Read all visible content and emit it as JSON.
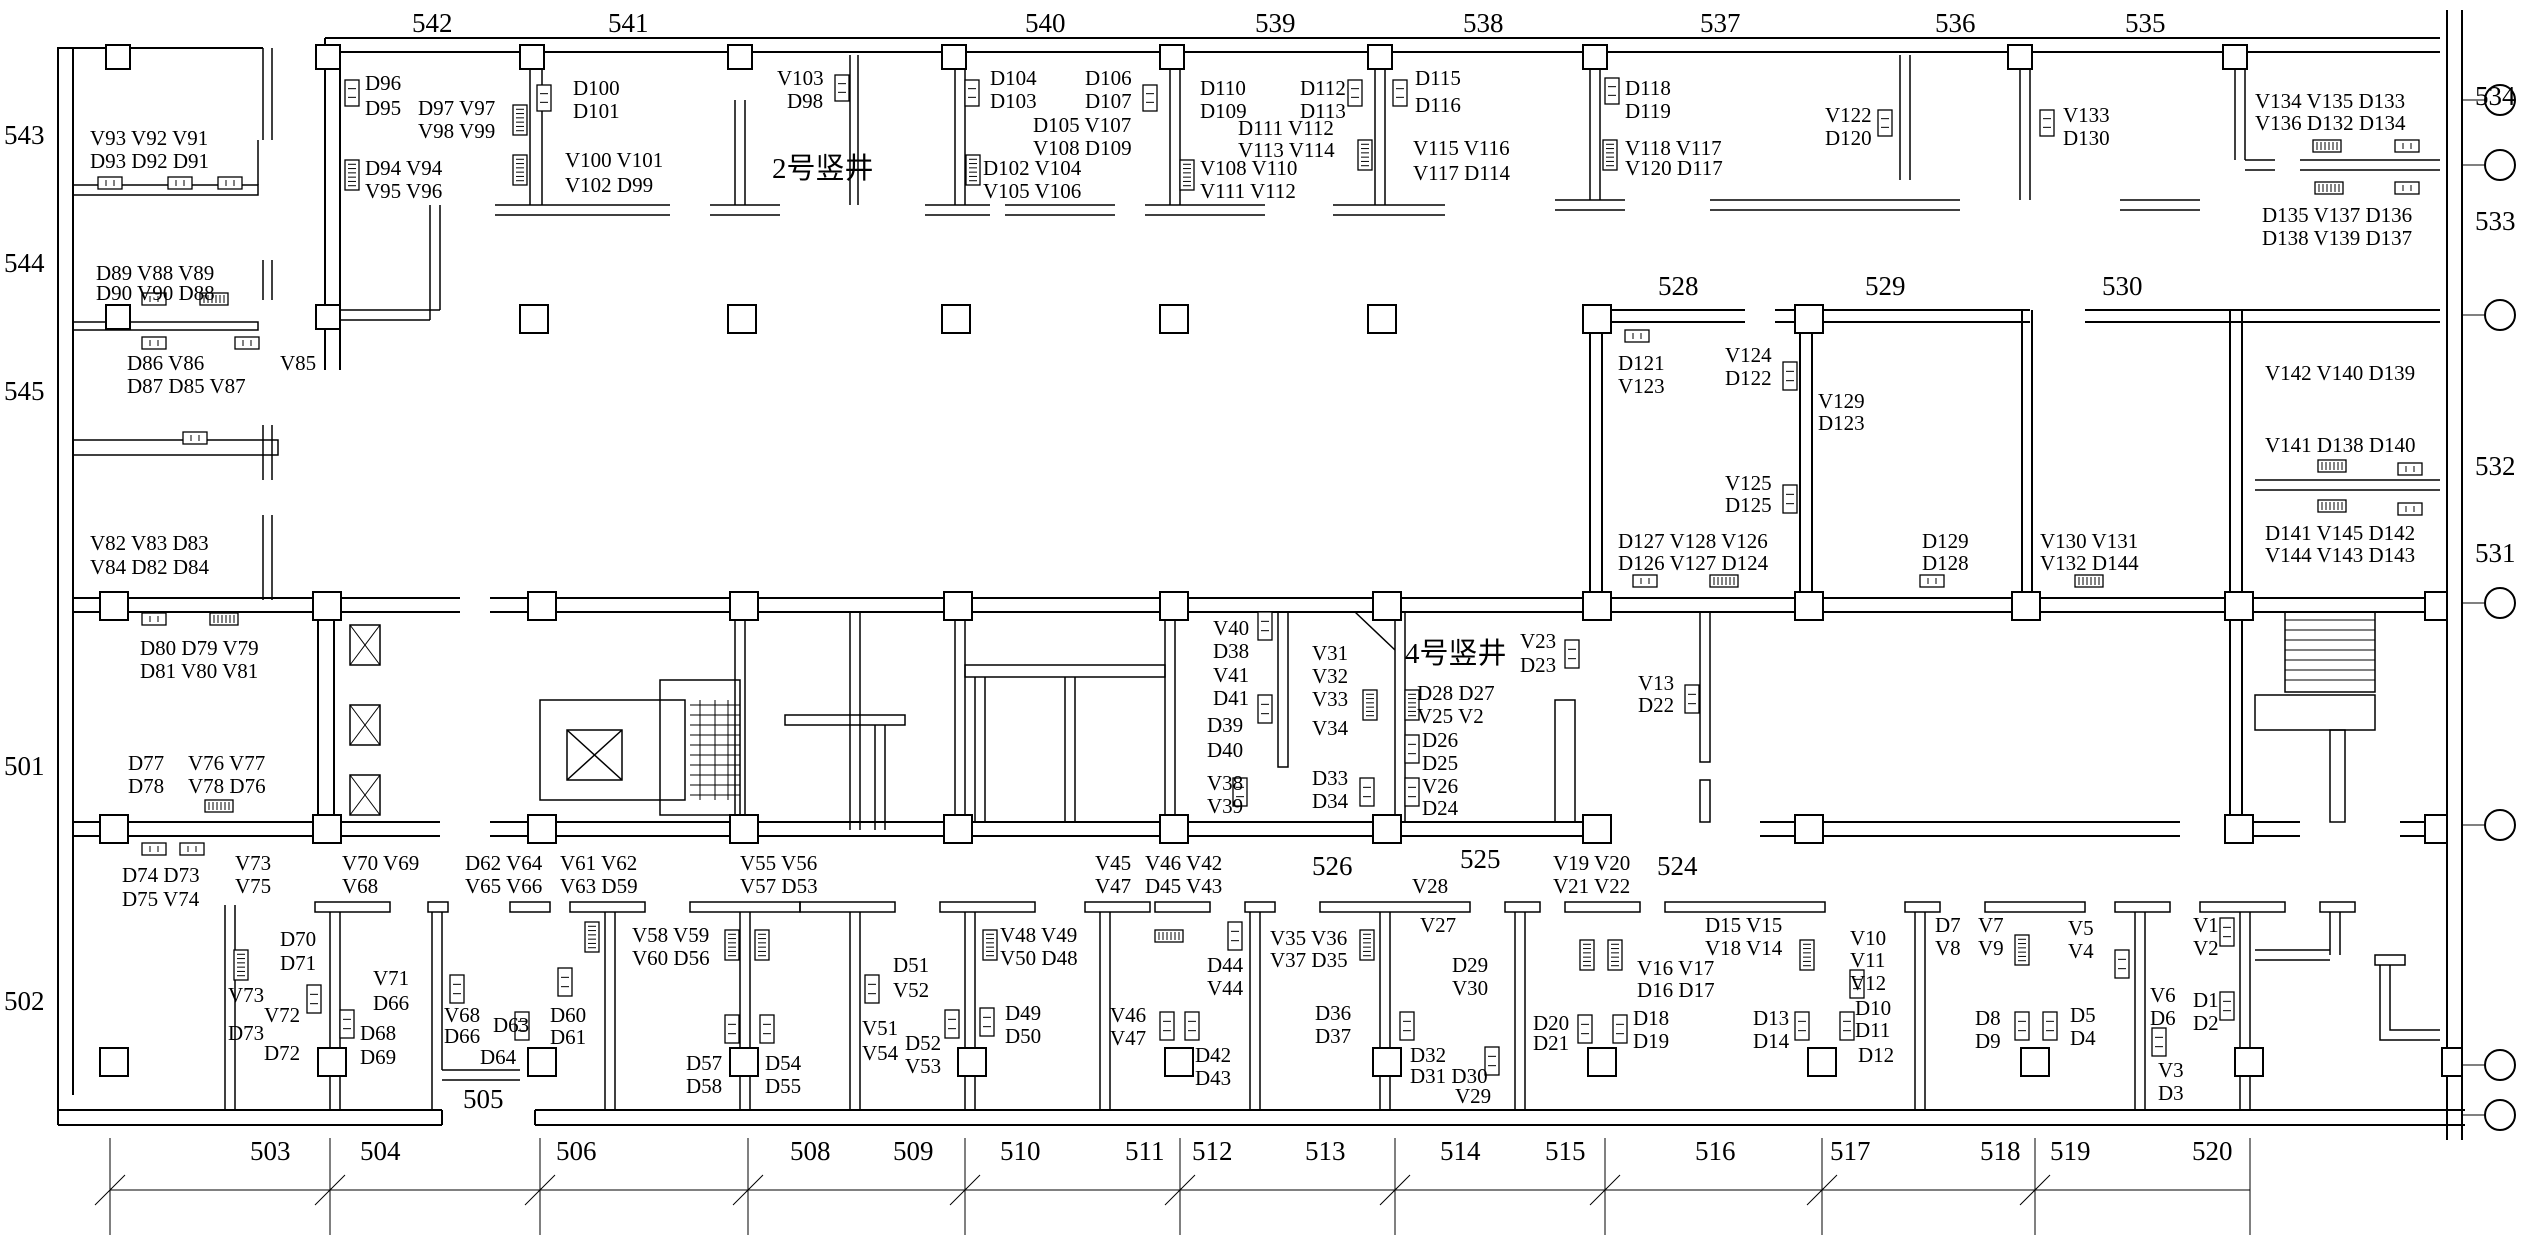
{
  "room_numbers": {
    "top": [
      "542",
      "541",
      "540",
      "539",
      "538",
      "537",
      "536",
      "535"
    ],
    "left": [
      "543",
      "544",
      "545",
      "501",
      "502"
    ],
    "right": [
      "534",
      "533",
      "532",
      "531"
    ],
    "inner_top": [
      "528",
      "529",
      "530"
    ],
    "corridor": [
      "526",
      "525",
      "524"
    ],
    "lower_small": [
      "505"
    ],
    "bottom": [
      "503",
      "504",
      "506",
      "508",
      "509",
      "510",
      "511",
      "512",
      "513",
      "514",
      "515",
      "516",
      "517",
      "518",
      "519",
      "520"
    ]
  },
  "shafts": {
    "shaft_2": "2号竖井",
    "shaft_4": "4号竖井"
  },
  "device_labels": [
    {
      "id": "d96",
      "t": "D96"
    },
    {
      "id": "d95",
      "t": "D95"
    },
    {
      "id": "d97v97",
      "t": "D97 V97"
    },
    {
      "id": "v98v99",
      "t": "V98 V99"
    },
    {
      "id": "d100",
      "t": "D100"
    },
    {
      "id": "d101",
      "t": "D101"
    },
    {
      "id": "v103",
      "t": "V103"
    },
    {
      "id": "d98",
      "t": "D98"
    },
    {
      "id": "d104",
      "t": "D104"
    },
    {
      "id": "d103",
      "t": "D103"
    },
    {
      "id": "d106",
      "t": "D106"
    },
    {
      "id": "d107",
      "t": "D107"
    },
    {
      "id": "d105v107",
      "t": "D105 V107"
    },
    {
      "id": "v108d109",
      "t": "V108 D109"
    },
    {
      "id": "d110",
      "t": "D110"
    },
    {
      "id": "d109",
      "t": "D109"
    },
    {
      "id": "d111v112",
      "t": "D111 V112"
    },
    {
      "id": "v113v114",
      "t": "V113 V114"
    },
    {
      "id": "d112",
      "t": "D112"
    },
    {
      "id": "d113",
      "t": "D113"
    },
    {
      "id": "d115",
      "t": "D115"
    },
    {
      "id": "d116",
      "t": "D116"
    },
    {
      "id": "d118",
      "t": "D118"
    },
    {
      "id": "d119",
      "t": "D119"
    },
    {
      "id": "v122",
      "t": "V122"
    },
    {
      "id": "d120",
      "t": "D120"
    },
    {
      "id": "v133",
      "t": "V133"
    },
    {
      "id": "d130",
      "t": "D130"
    },
    {
      "id": "v134v135d133",
      "t": "V134 V135 D133"
    },
    {
      "id": "v136d132d134",
      "t": "V136 D132 D134"
    },
    {
      "id": "d94v94",
      "t": "D94 V94"
    },
    {
      "id": "v95v96",
      "t": "V95 V96"
    },
    {
      "id": "v100v101",
      "t": "V100 V101"
    },
    {
      "id": "v102d99",
      "t": "V102 D99"
    },
    {
      "id": "d102v104",
      "t": "D102 V104"
    },
    {
      "id": "v105v106",
      "t": "V105 V106"
    },
    {
      "id": "v108v110",
      "t": "V108 V110"
    },
    {
      "id": "v111v112",
      "t": "V111 V112"
    },
    {
      "id": "v115v116",
      "t": "V115 V116"
    },
    {
      "id": "v117d114",
      "t": "V117 D114"
    },
    {
      "id": "v118v117",
      "t": "V118 V117"
    },
    {
      "id": "v120d117",
      "t": "V120 D117"
    },
    {
      "id": "d135v137d136",
      "t": "D135 V137 D136"
    },
    {
      "id": "d138v139d137",
      "t": "D138 V139 D137"
    },
    {
      "id": "v93v92v91",
      "t": "V93   V92   V91"
    },
    {
      "id": "d93d92d91",
      "t": "D93   D92   D91"
    },
    {
      "id": "d89v88v89",
      "t": "D89 V88  V89"
    },
    {
      "id": "d90v90d88",
      "t": "D90 V90  D88"
    },
    {
      "id": "d86v86",
      "t": "D86        V86"
    },
    {
      "id": "d87d85v87",
      "t": "D87 D85 V87"
    },
    {
      "id": "v85",
      "t": "V85"
    },
    {
      "id": "d121",
      "t": "D121"
    },
    {
      "id": "v123",
      "t": "V123"
    },
    {
      "id": "v124",
      "t": "V124"
    },
    {
      "id": "d122",
      "t": "D122"
    },
    {
      "id": "v129",
      "t": "V129"
    },
    {
      "id": "d123",
      "t": "D123"
    },
    {
      "id": "v125",
      "t": "V125"
    },
    {
      "id": "d125",
      "t": "D125"
    },
    {
      "id": "d127v128v126",
      "t": "D127 V128 V126"
    },
    {
      "id": "d126v127d124",
      "t": "D126 V127 D124"
    },
    {
      "id": "d129",
      "t": "D129"
    },
    {
      "id": "d128",
      "t": "D128"
    },
    {
      "id": "v130v131",
      "t": "V130 V131"
    },
    {
      "id": "v132d144",
      "t": "V132 D144"
    },
    {
      "id": "v142v140d139",
      "t": "V142 V140 D139"
    },
    {
      "id": "v141d138d140",
      "t": "V141 D138 D140"
    },
    {
      "id": "d141v145d142",
      "t": "D141 V145 D142"
    },
    {
      "id": "v144v143d143",
      "t": "V144 V143 D143"
    },
    {
      "id": "v82v83d83",
      "t": "V82   V83    D83"
    },
    {
      "id": "v84d82d84",
      "t": "V84    D82   D84"
    },
    {
      "id": "d80d79v79",
      "t": "D80     D79 V79"
    },
    {
      "id": "d81v80v81",
      "t": "D81     V80 V81"
    },
    {
      "id": "d77",
      "t": "D77"
    },
    {
      "id": "d78",
      "t": "D78"
    },
    {
      "id": "v76v77",
      "t": "V76 V77"
    },
    {
      "id": "v78d76",
      "t": "V78 D76"
    },
    {
      "id": "d74d73",
      "t": "D74  D73"
    },
    {
      "id": "d75v74",
      "t": "D75 V74"
    },
    {
      "id": "v73v75",
      "t": "V73"
    },
    {
      "id": "v75",
      "t": "V75"
    },
    {
      "id": "v40",
      "t": "V40"
    },
    {
      "id": "d38",
      "t": "D38"
    },
    {
      "id": "v41",
      "t": "V41"
    },
    {
      "id": "d41",
      "t": "D41"
    },
    {
      "id": "d39",
      "t": "D39"
    },
    {
      "id": "d40",
      "t": "D40"
    },
    {
      "id": "v38",
      "t": "V38"
    },
    {
      "id": "v39",
      "t": "V39"
    },
    {
      "id": "v31",
      "t": "V31"
    },
    {
      "id": "v32",
      "t": "V32"
    },
    {
      "id": "v33",
      "t": "V33"
    },
    {
      "id": "v34",
      "t": "V34"
    },
    {
      "id": "d33",
      "t": "D33"
    },
    {
      "id": "d34",
      "t": "D34"
    },
    {
      "id": "d28d27",
      "t": "D28 D27"
    },
    {
      "id": "v25v2",
      "t": "V25 V2"
    },
    {
      "id": "d26",
      "t": "D26"
    },
    {
      "id": "d25",
      "t": "D25"
    },
    {
      "id": "v26",
      "t": "V26"
    },
    {
      "id": "d24",
      "t": "D24"
    },
    {
      "id": "v23",
      "t": "V23"
    },
    {
      "id": "d23",
      "t": "D23"
    },
    {
      "id": "v13",
      "t": "V13"
    },
    {
      "id": "d22",
      "t": "D22"
    },
    {
      "id": "v70v69",
      "t": "V70 V69"
    },
    {
      "id": "v68",
      "t": "V68"
    },
    {
      "id": "d62v64",
      "t": "D62 V64"
    },
    {
      "id": "v65v66",
      "t": "V65 V66"
    },
    {
      "id": "v61v62",
      "t": "V61 V62"
    },
    {
      "id": "v63d59",
      "t": "V63 D59"
    },
    {
      "id": "v55v56",
      "t": "V55 V56"
    },
    {
      "id": "v57d53",
      "t": "V57 D53"
    },
    {
      "id": "v45",
      "t": "V45"
    },
    {
      "id": "v47",
      "t": "V47"
    },
    {
      "id": "v46v42",
      "t": "V46 V42"
    },
    {
      "id": "d45v43",
      "t": "D45 V43"
    },
    {
      "id": "v28",
      "t": "V28"
    },
    {
      "id": "v19v20",
      "t": "V19 V20"
    },
    {
      "id": "v21v22",
      "t": "V21 V22"
    },
    {
      "id": "d70",
      "t": "D70"
    },
    {
      "id": "d71",
      "t": "D71"
    },
    {
      "id": "v73b",
      "t": "V73"
    },
    {
      "id": "d73",
      "t": "D73"
    },
    {
      "id": "v72",
      "t": "V72"
    },
    {
      "id": "d72",
      "t": "D72"
    },
    {
      "id": "v71",
      "t": "V71"
    },
    {
      "id": "d66",
      "t": "D66"
    },
    {
      "id": "d68",
      "t": "D68"
    },
    {
      "id": "d69",
      "t": "D69"
    },
    {
      "id": "v68b",
      "t": "V68"
    },
    {
      "id": "d66b",
      "t": "D66"
    },
    {
      "id": "d63",
      "t": "D63"
    },
    {
      "id": "d64",
      "t": "D64"
    },
    {
      "id": "d60",
      "t": "D60"
    },
    {
      "id": "d61",
      "t": "D61"
    },
    {
      "id": "v58v59",
      "t": "V58 V59"
    },
    {
      "id": "v60d56",
      "t": "V60 D56"
    },
    {
      "id": "d57",
      "t": "D57"
    },
    {
      "id": "d58",
      "t": "D58"
    },
    {
      "id": "d54",
      "t": "D54"
    },
    {
      "id": "d55",
      "t": "D55"
    },
    {
      "id": "d51",
      "t": "D51"
    },
    {
      "id": "v52",
      "t": "V52"
    },
    {
      "id": "v51",
      "t": "V51"
    },
    {
      "id": "v54",
      "t": "V54"
    },
    {
      "id": "d52",
      "t": "D52"
    },
    {
      "id": "v53",
      "t": "V53"
    },
    {
      "id": "v48v49",
      "t": "V48 V49"
    },
    {
      "id": "v50d48",
      "t": "V50 D48"
    },
    {
      "id": "d49",
      "t": "D49"
    },
    {
      "id": "d50",
      "t": "D50"
    },
    {
      "id": "v46",
      "t": "V46"
    },
    {
      "id": "v47b",
      "t": "V47"
    },
    {
      "id": "d44",
      "t": "D44"
    },
    {
      "id": "v44",
      "t": "V44"
    },
    {
      "id": "d42",
      "t": "D42"
    },
    {
      "id": "d43",
      "t": "D43"
    },
    {
      "id": "v35v36",
      "t": "V35 V36"
    },
    {
      "id": "v37d35",
      "t": "V37 D35"
    },
    {
      "id": "v27",
      "t": "V27"
    },
    {
      "id": "d36",
      "t": "D36"
    },
    {
      "id": "d37",
      "t": "D37"
    },
    {
      "id": "d32",
      "t": "D32"
    },
    {
      "id": "d31d30",
      "t": "D31 D30"
    },
    {
      "id": "v29",
      "t": "V29"
    },
    {
      "id": "d29",
      "t": "D29"
    },
    {
      "id": "v30",
      "t": "V30"
    },
    {
      "id": "d20",
      "t": "D20"
    },
    {
      "id": "d21",
      "t": "D21"
    },
    {
      "id": "d18",
      "t": "D18"
    },
    {
      "id": "d19",
      "t": "D19"
    },
    {
      "id": "v16v17",
      "t": "V16 V17"
    },
    {
      "id": "d16d17",
      "t": "D16 D17"
    },
    {
      "id": "d15v15",
      "t": "D15 V15"
    },
    {
      "id": "v18v14",
      "t": "V18 V14"
    },
    {
      "id": "v10",
      "t": "V10"
    },
    {
      "id": "v11",
      "t": "V11"
    },
    {
      "id": "v12",
      "t": "V12"
    },
    {
      "id": "d10",
      "t": "D10"
    },
    {
      "id": "d11",
      "t": "D11"
    },
    {
      "id": "d12",
      "t": "D12"
    },
    {
      "id": "d13",
      "t": "D13"
    },
    {
      "id": "d14",
      "t": "D14"
    },
    {
      "id": "d7",
      "t": "D7"
    },
    {
      "id": "v8",
      "t": "V8"
    },
    {
      "id": "v7",
      "t": "V7"
    },
    {
      "id": "v9",
      "t": "V9"
    },
    {
      "id": "v5",
      "t": "V5"
    },
    {
      "id": "v4",
      "t": "V4"
    },
    {
      "id": "d8",
      "t": "D8"
    },
    {
      "id": "d9",
      "t": "D9"
    },
    {
      "id": "d5",
      "t": "D5"
    },
    {
      "id": "d4",
      "t": "D4"
    },
    {
      "id": "v6",
      "t": "V6"
    },
    {
      "id": "d6",
      "t": "D6"
    },
    {
      "id": "v3",
      "t": "V3"
    },
    {
      "id": "d3",
      "t": "D3"
    },
    {
      "id": "v1",
      "t": "V1"
    },
    {
      "id": "v2",
      "t": "V2"
    },
    {
      "id": "d1",
      "t": "D1"
    },
    {
      "id": "d2",
      "t": "D2"
    }
  ]
}
